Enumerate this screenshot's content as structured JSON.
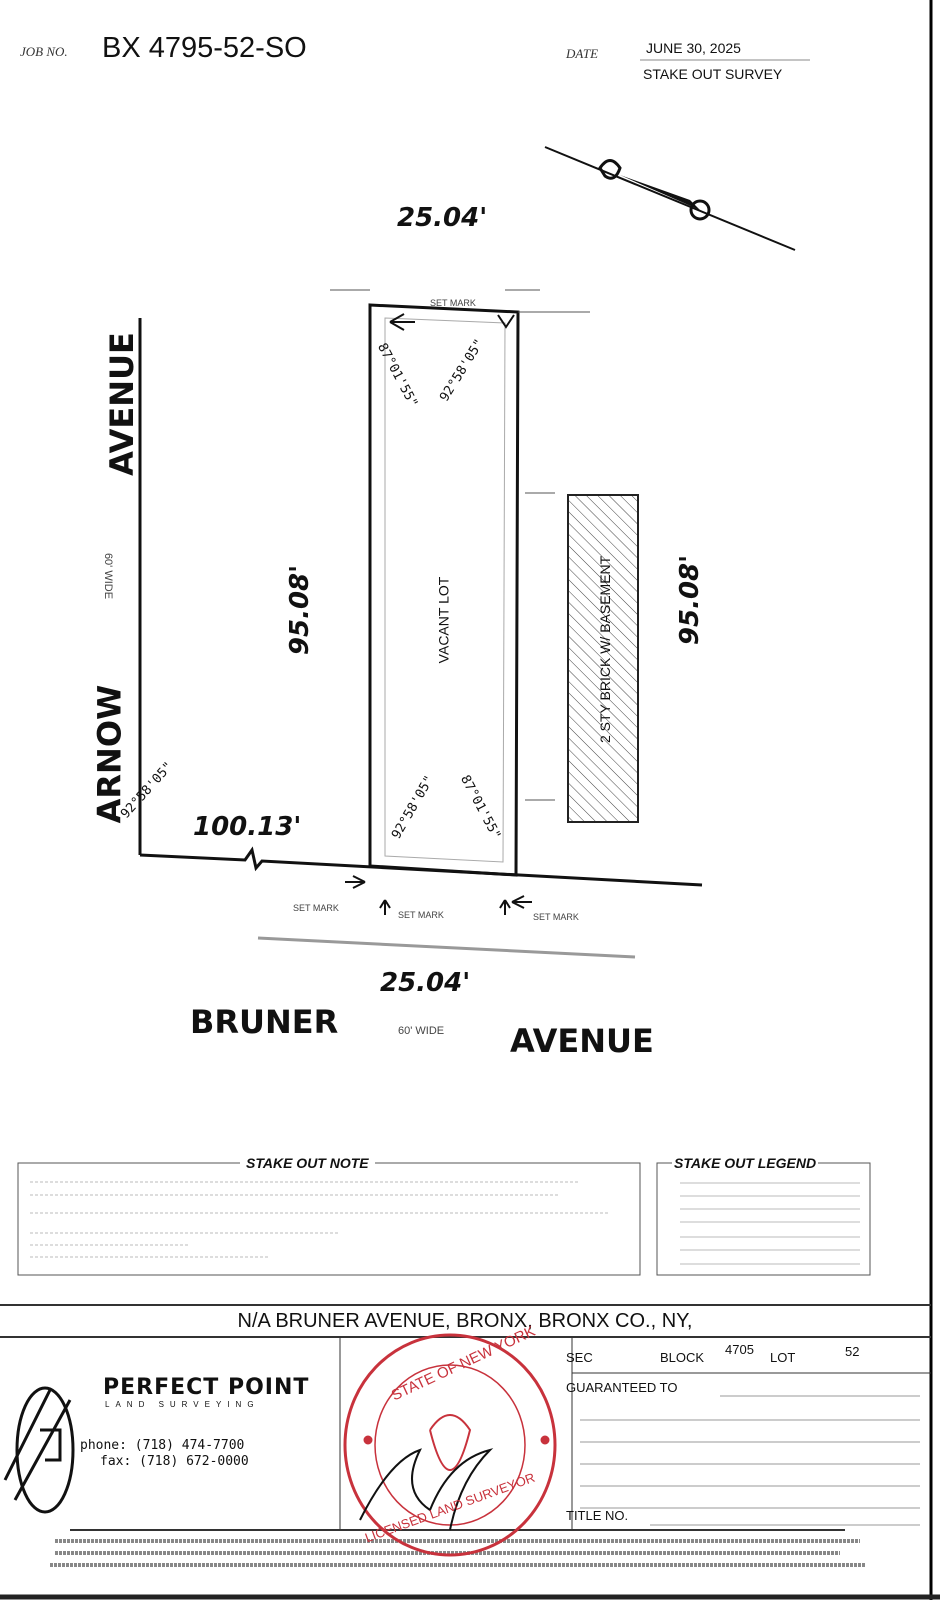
{
  "header": {
    "job_label": "JOB NO.",
    "job_number": "BX 4795-52-SO",
    "date_label": "DATE",
    "date": "JUNE 30, 2025",
    "survey_type": "STAKE OUT SURVEY"
  },
  "plot": {
    "front_top": "25.04'",
    "front_bottom": "25.04'",
    "depth_left": "95.08'",
    "depth_right": "95.08'",
    "distance_corner": "100.13'",
    "lot_label": "VACANT LOT",
    "building_label": "2 STY BRICK W/ BASEMENT",
    "angle_top_1": "87°01'55\"",
    "angle_top_2": "92°58'05\"",
    "angle_bottom_1": "92°58'05\"",
    "angle_bottom_2": "87°01'55\"",
    "angle_corner": "92°58'05\"",
    "set_mark": "SET MARK",
    "street_west_1": "ARNOW",
    "street_west_2": "AVENUE",
    "street_south_1": "BRUNER",
    "street_south_2": "AVENUE",
    "street_width_west": "60' WIDE",
    "street_width_south": "60' WIDE"
  },
  "notes": {
    "note_title": "STAKE OUT NOTE",
    "legend_title": "STAKE OUT LEGEND"
  },
  "title_block": {
    "address": "N/A BRUNER AVENUE, BRONX, BRONX CO., NY,",
    "company": "PERFECT POINT",
    "company_sub": "LAND SURVEYING",
    "phone": "phone: (718) 474-7700",
    "fax": "fax: (718) 672-0000",
    "seal_text": "STATE OF NEW YORK",
    "seal_bottom": "LICENSED LAND SURVEYOR",
    "sec_label": "SEC",
    "block_label": "BLOCK",
    "block": "4705",
    "lot_label": "LOT",
    "lot": "52",
    "guaranteed_label": "GUARANTEED TO",
    "title_no_label": "TITLE NO."
  },
  "colors": {
    "seal": "#c8323c",
    "ink": "#111111"
  }
}
